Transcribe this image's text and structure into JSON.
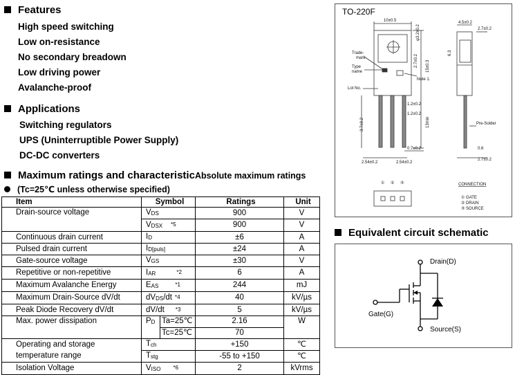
{
  "features": {
    "title": "Features",
    "items": [
      "High speed switching",
      "Low on-resistance",
      "No secondary breadown",
      "Low driving power",
      "Avalanche-proof"
    ]
  },
  "applications": {
    "title": "Applications",
    "items": [
      "Switching regulators",
      "UPS (Uninterruptible Power Supply)",
      "DC-DC converters"
    ]
  },
  "ratings": {
    "title": "Maximum ratings and characteristic",
    "subtitle": "Absolute maximum ratings",
    "condition": "(Tc=25℃  unless otherwise specified)",
    "headers": [
      "Item",
      "Symbol",
      "Ratings",
      "Unit"
    ],
    "rows": [
      {
        "item": "Drain-source   voltage",
        "sym": "V",
        "sub": "DS",
        "note": "",
        "val": "900",
        "unit": "V"
      },
      {
        "item": "",
        "sym": "V",
        "sub": "DSX",
        "note": "*5",
        "val": "900",
        "unit": "V"
      },
      {
        "item": "Continuous  drain  current",
        "sym": "I",
        "sub": "D",
        "note": "",
        "val": "±6",
        "unit": "A"
      },
      {
        "item": "Pulsed  drain  current",
        "sym": "I",
        "sub": "D[puls]",
        "note": "",
        "val": "±24",
        "unit": "A"
      },
      {
        "item": "Gate-source  voltage",
        "sym": "V",
        "sub": "GS",
        "note": "",
        "val": "±30",
        "unit": "V"
      },
      {
        "item": "Repetitive or non-repetitive",
        "sym": "I",
        "sub": "AR",
        "note": "*2",
        "val": "6",
        "unit": "A"
      },
      {
        "item": "Maximum Avalanche Energy",
        "sym": "E",
        "sub": "AS",
        "note": "*1",
        "val": "244",
        "unit": "mJ"
      },
      {
        "item": "Maximum Drain-Source dV/dt",
        "sym": "dV",
        "sub": "DS",
        "sym2": "/dt",
        "note": "*4",
        "val": "40",
        "unit": "kV/µs"
      },
      {
        "item": "Peak Diode Recovery dV/dt",
        "sym": "dV/dt",
        "sub": "",
        "note": "*3",
        "val": "5",
        "unit": "kV/µs"
      }
    ],
    "power": {
      "item": "Max. power  dissipation",
      "sym": "P",
      "sub": "D",
      "cond1": "Ta=25℃",
      "val1": "2.16",
      "cond2": "Tc=25℃",
      "val2": "70",
      "unit": "W"
    },
    "temp": {
      "item1": "Operating  and  storage",
      "item2": "temperature  range",
      "sym1": "T",
      "sub1": "ch",
      "sym2": "T",
      "sub2": "stg",
      "val1": "+150",
      "val2": "-55 to +150",
      "unit1": "℃",
      "unit2": "℃"
    },
    "iso": {
      "item": "Isolation Voltage",
      "sym": "V",
      "sub": "ISO",
      "note": "*6",
      "val": "2",
      "unit": "kVrms"
    }
  },
  "package": {
    "name": "TO-220F",
    "labels": {
      "trademark": "Trade-\nmark",
      "typename": "Type\nname",
      "lotno": "Lot No.",
      "note1": "Note 1.",
      "presolder": "Pre-Solder",
      "connection": "CONNECTION",
      "gate": "① GATE",
      "drain": "② DRAIN",
      "source": "③ SOURCE",
      "pins": [
        "①",
        "②",
        "③"
      ]
    },
    "dims": {
      "d1": "10±0.5",
      "d2": "φ3.2±0.2",
      "d3": "4.5±0.2",
      "d4": "2.7±0.2",
      "d5": "6.3",
      "d6": "2.7±0.2",
      "d7": "15±0.3",
      "d8": "1.2±0.2",
      "d9": "1.2±0.2",
      "d10": "3.7±0.2",
      "d11": "13min",
      "d12": "0.7±0.2",
      "d13": "2.54±0.2",
      "d14": "2.54±0.2",
      "d15": "0.6",
      "d16": "2.7±0.2"
    }
  },
  "schematic": {
    "title": "Equivalent circuit schematic",
    "drain": "Drain(D)",
    "gate": "Gate(G)",
    "source": "Source(S)"
  }
}
